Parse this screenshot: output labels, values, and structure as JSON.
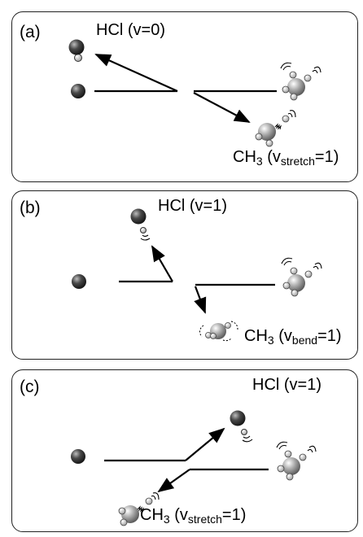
{
  "panels": [
    {
      "label": "(a)",
      "hcl": "HCl (v=0)",
      "ch3": {
        "formula": "CH",
        "sub": "3",
        "paren_open": " (v",
        "mode": "stretch",
        "paren_close": "=1)"
      }
    },
    {
      "label": "(b)",
      "hcl": "HCl (v=1)",
      "ch3": {
        "formula": "CH",
        "sub": "3",
        "paren_open": " (v",
        "mode": "bend",
        "paren_close": "=1)"
      }
    },
    {
      "label": "(c)",
      "hcl": "HCl (v=1)",
      "ch3": {
        "formula": "CH",
        "sub": "3",
        "paren_open": " (v",
        "mode": "stretch",
        "paren_close": "=1)"
      }
    }
  ],
  "colors": {
    "atom_dark": "#3a3a3a",
    "atom_gray": "#9a9a9a",
    "atom_light": "#e6e6e6",
    "line": "#000000"
  }
}
